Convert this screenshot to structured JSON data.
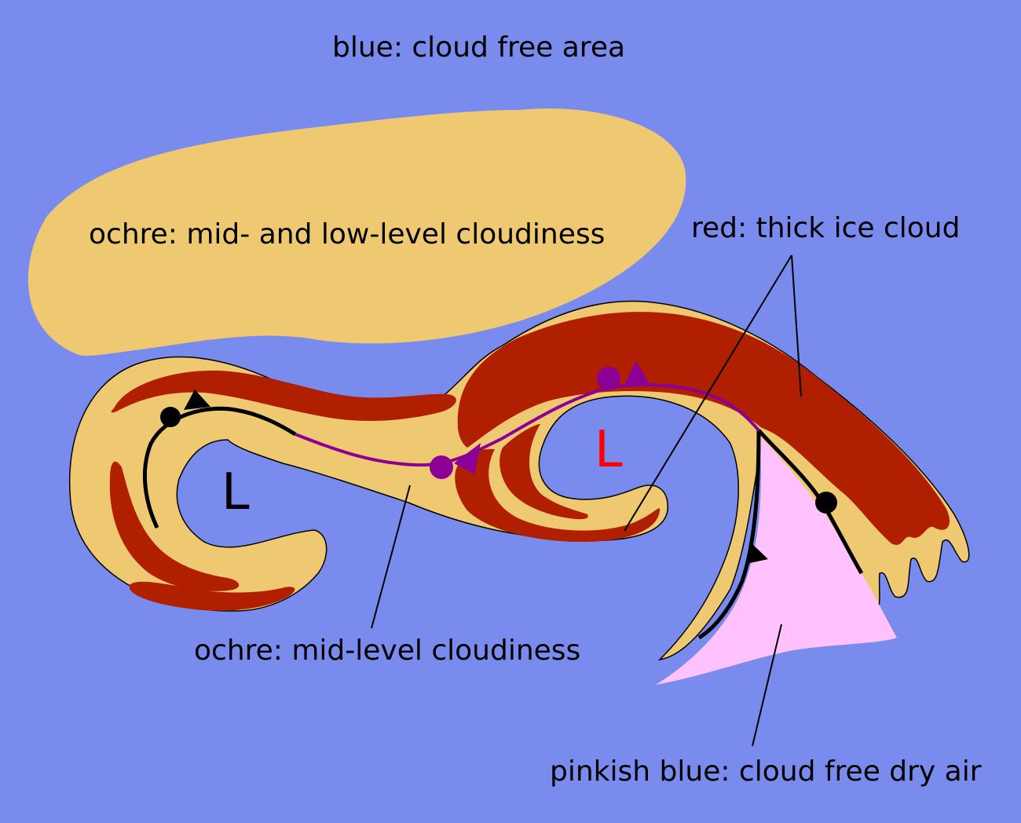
{
  "labels": {
    "cloud_free": "blue: cloud free area",
    "ochre_mid_low": "ochre: mid- and low-level cloudiness",
    "red_ice": "red: thick ice cloud",
    "ochre_mid": "ochre: mid-level cloudiness",
    "pinkish": "pinkish blue: cloud free dry air"
  },
  "lows": {
    "left": "L",
    "right": "L"
  },
  "colors": {
    "background": "#7a8bee",
    "ochre": "#efc872",
    "red": "#b01f00",
    "pink": "#ffc2ff",
    "occlusion": "#8b0095",
    "front": "#000000",
    "low_right": "#ff0000"
  }
}
